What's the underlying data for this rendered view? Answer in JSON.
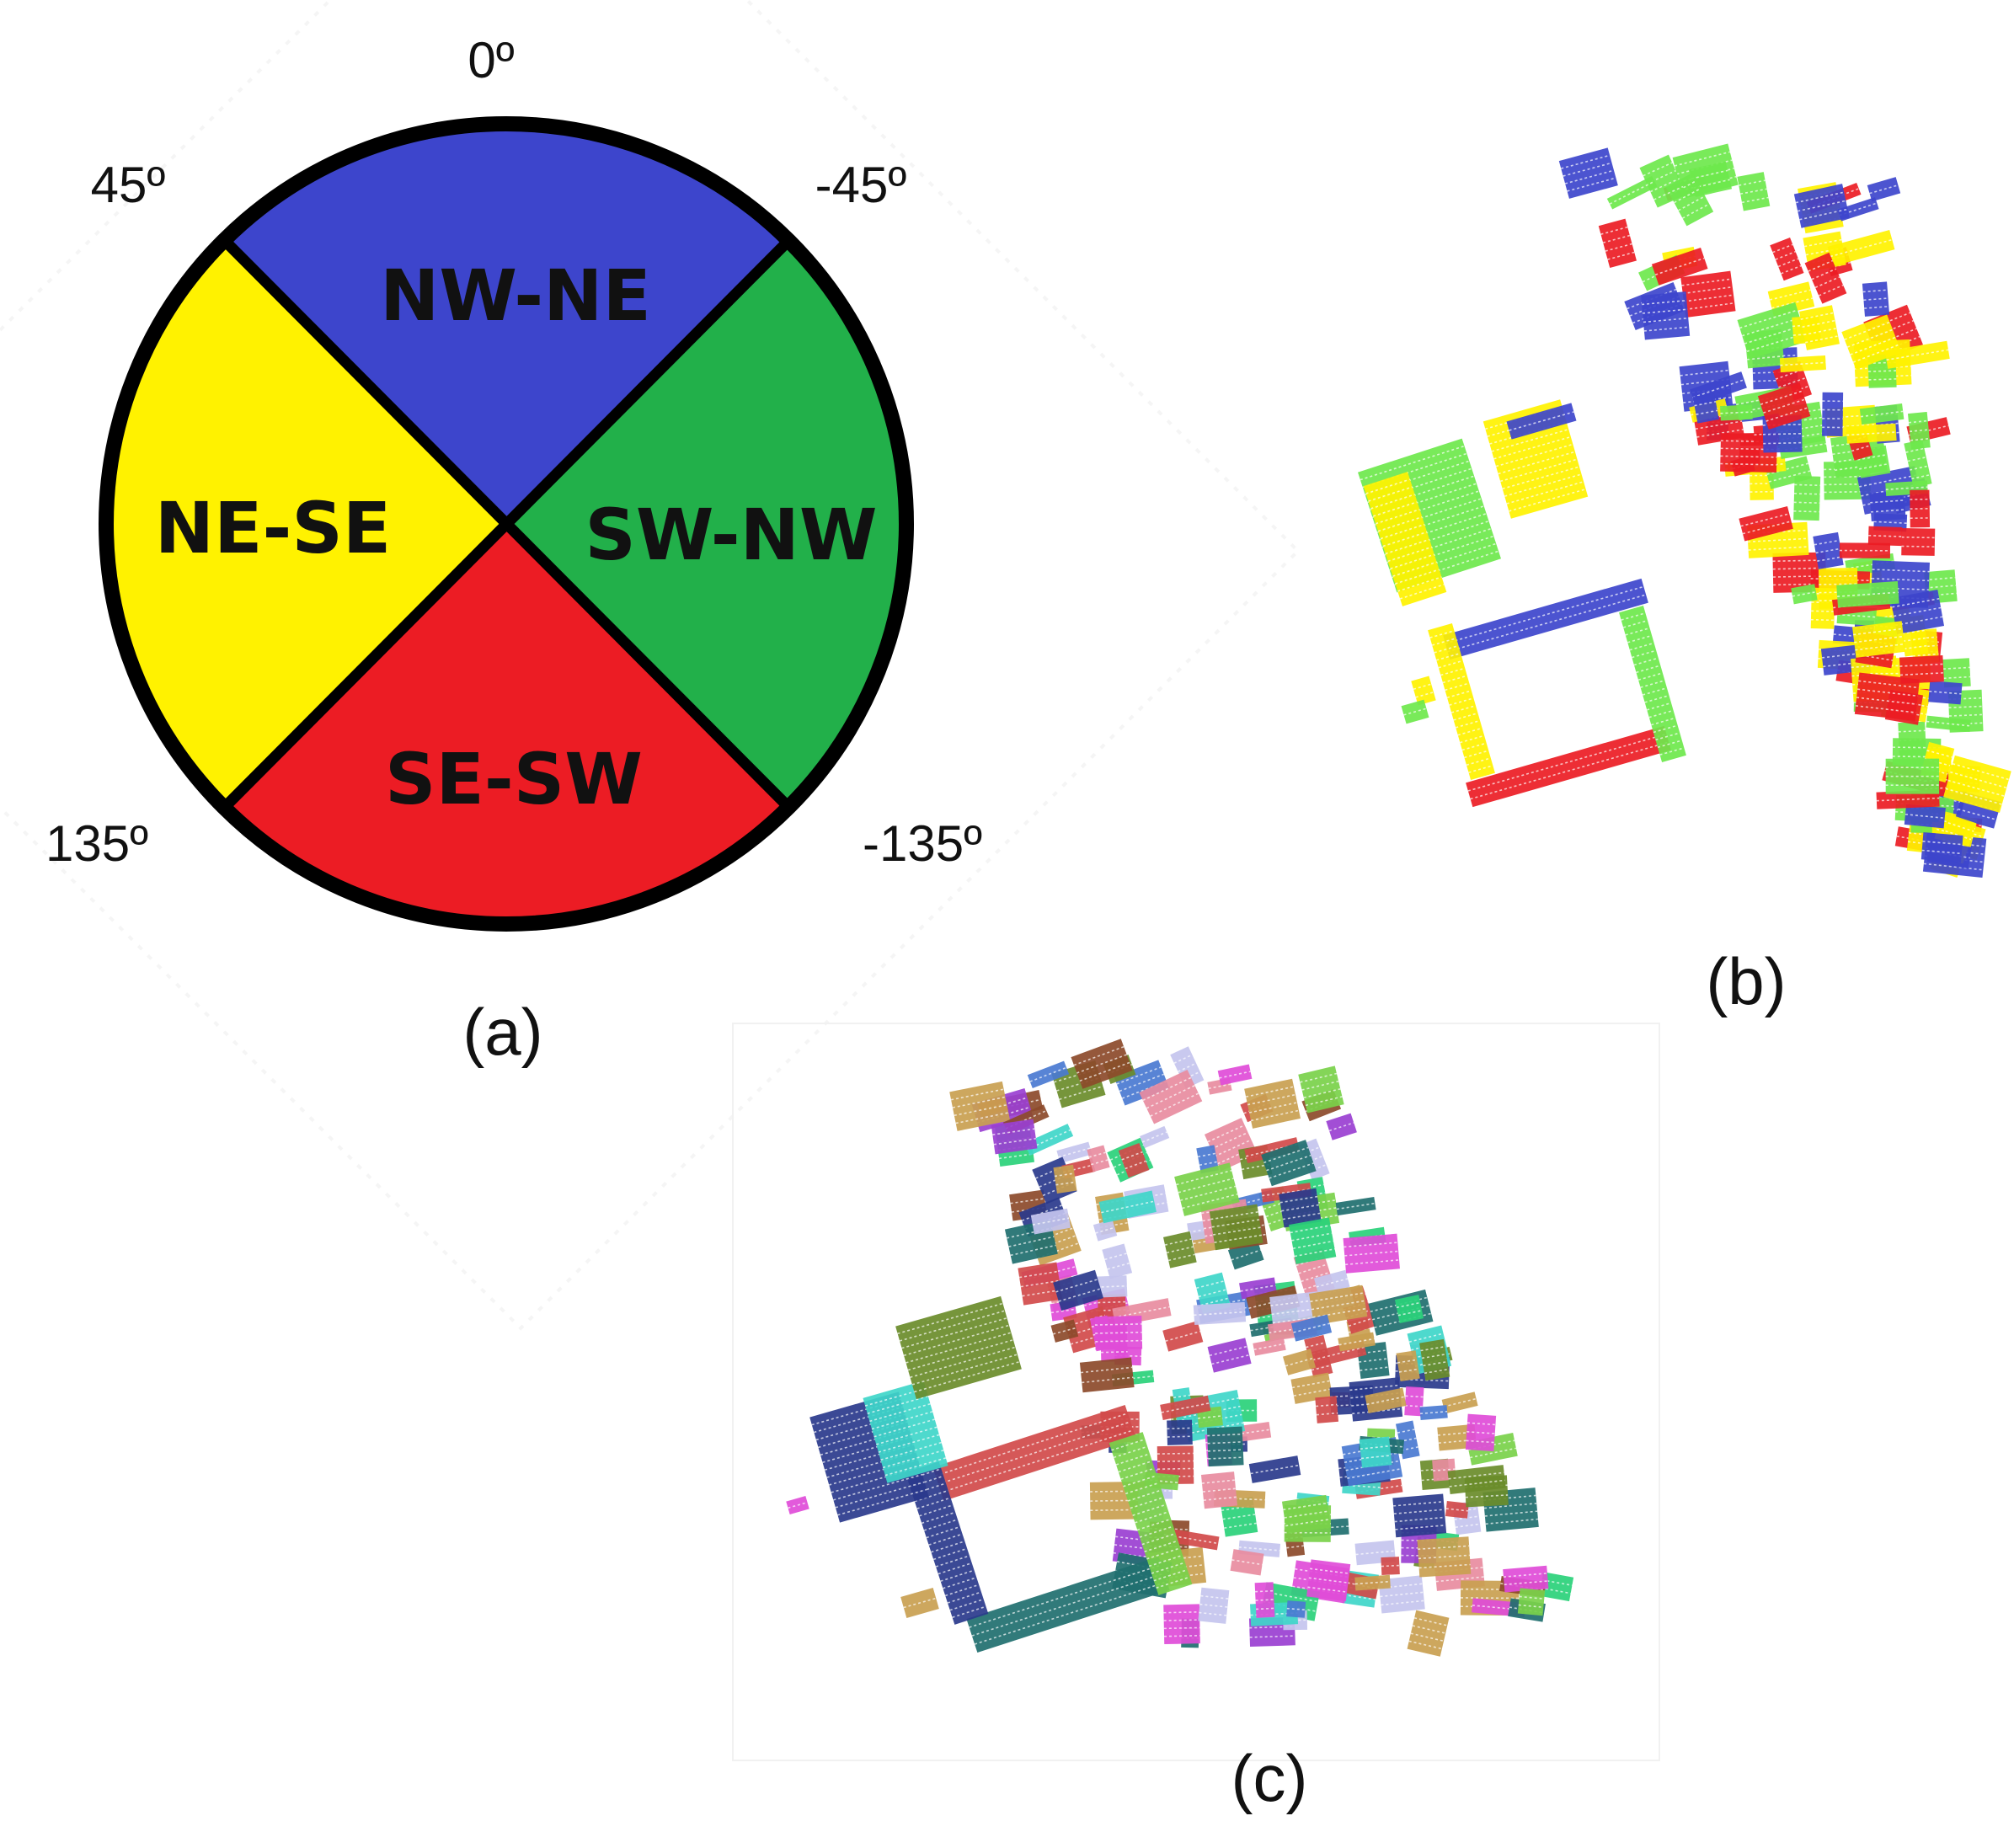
{
  "sectors": [
    {
      "label": "NW-NE",
      "color": "#3d45cc",
      "start_deg": -45,
      "end_deg": 45
    },
    {
      "label": "SW-NW",
      "color": "#22b04a",
      "start_deg": 45,
      "end_deg": 135
    },
    {
      "label": "SE-SW",
      "color": "#ec1c24",
      "start_deg": 135,
      "end_deg": 225
    },
    {
      "label": "NE-SE",
      "color": "#fff200",
      "start_deg": 225,
      "end_deg": 315
    }
  ],
  "angle_labels": {
    "top": "0º",
    "top_left": "45º",
    "top_right": "-45º",
    "bottom_left": "135º",
    "bottom_right": "-135º"
  },
  "panel_labels": {
    "a": "(a)",
    "b": "(b)",
    "c": "(c)"
  },
  "palette_b": [
    "#fff200",
    "#6ee84c",
    "#3d45cc",
    "#ec1c24"
  ],
  "palette_c": [
    "#e04cd8",
    "#3fd6c9",
    "#9a3fd1",
    "#6a8c2a",
    "#2a3a8c",
    "#e88ca0",
    "#7ad14a",
    "#c9a050",
    "#4a7ad1",
    "#d14a4a",
    "#1f6f6f",
    "#c4c4ee",
    "#8c4a2a",
    "#2ad17a"
  ]
}
